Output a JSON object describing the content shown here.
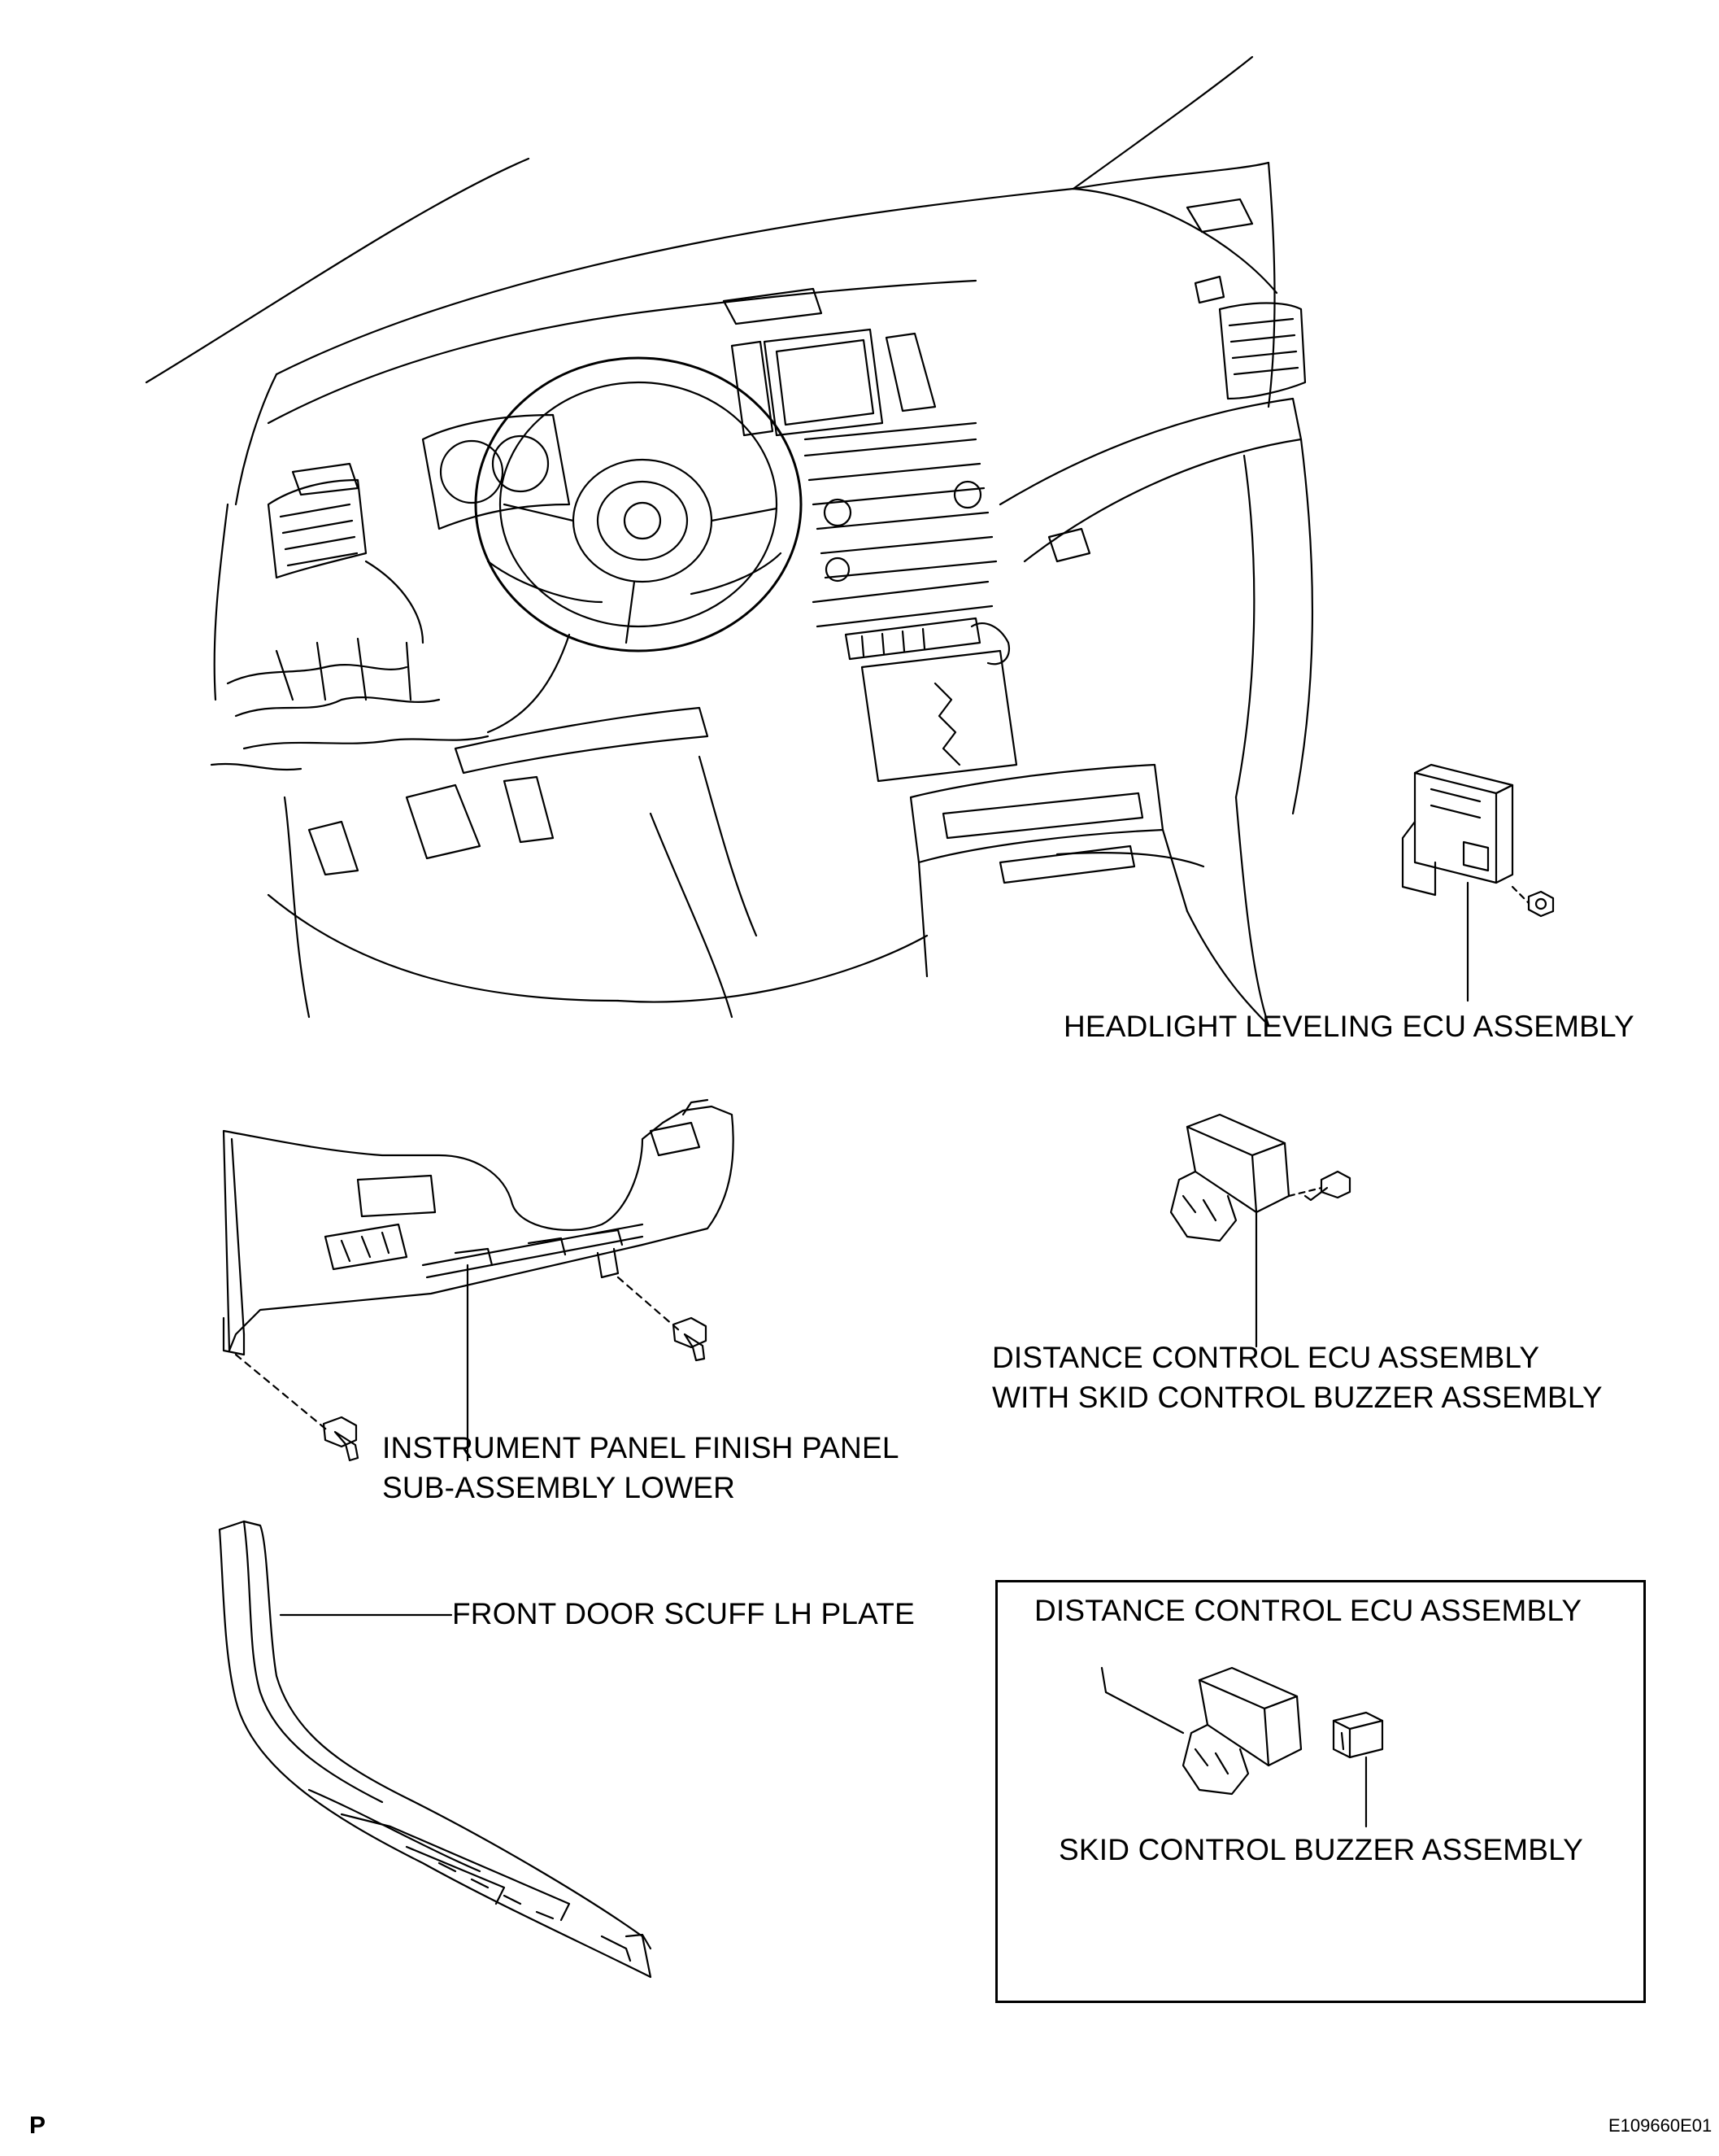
{
  "labels": {
    "headlight_ecu": "HEADLIGHT LEVELING ECU ASSEMBLY",
    "distance_ecu_line1": "DISTANCE CONTROL ECU ASSEMBLY",
    "distance_ecu_line2": "WITH SKID CONTROL BUZZER ASSEMBLY",
    "finish_panel_line1": "INSTRUMENT PANEL FINISH PANEL",
    "finish_panel_line2": "SUB-ASSEMBLY LOWER",
    "scuff_plate": "FRONT DOOR SCUFF LH PLATE",
    "inset_title": "DISTANCE CONTROL ECU ASSEMBLY",
    "inset_buzzer": "SKID CONTROL BUZZER ASSEMBLY"
  },
  "corner_mark": "P",
  "figure_code": "E109660E01"
}
